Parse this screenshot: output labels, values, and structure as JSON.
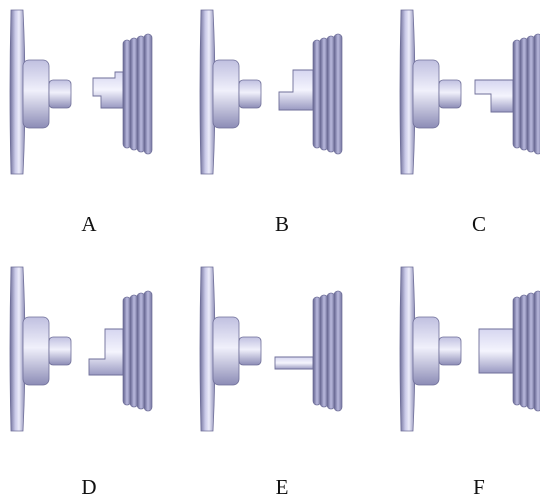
{
  "colors": {
    "background": "#ffffff",
    "part_dark": "#6e6e98",
    "part_mid": "#a2a2cc",
    "part_light": "#d9d9f0",
    "part_highlight": "#f2f2fc",
    "label_text": "#111111"
  },
  "options": [
    {
      "label": "A",
      "shaft_variant": "notch-low"
    },
    {
      "label": "B",
      "shaft_variant": "stepped-up"
    },
    {
      "label": "C",
      "shaft_variant": "notch-high"
    },
    {
      "label": "D",
      "shaft_variant": "stepped-down"
    },
    {
      "label": "E",
      "shaft_variant": "thin-pin"
    },
    {
      "label": "F",
      "shaft_variant": "solid-block"
    }
  ]
}
